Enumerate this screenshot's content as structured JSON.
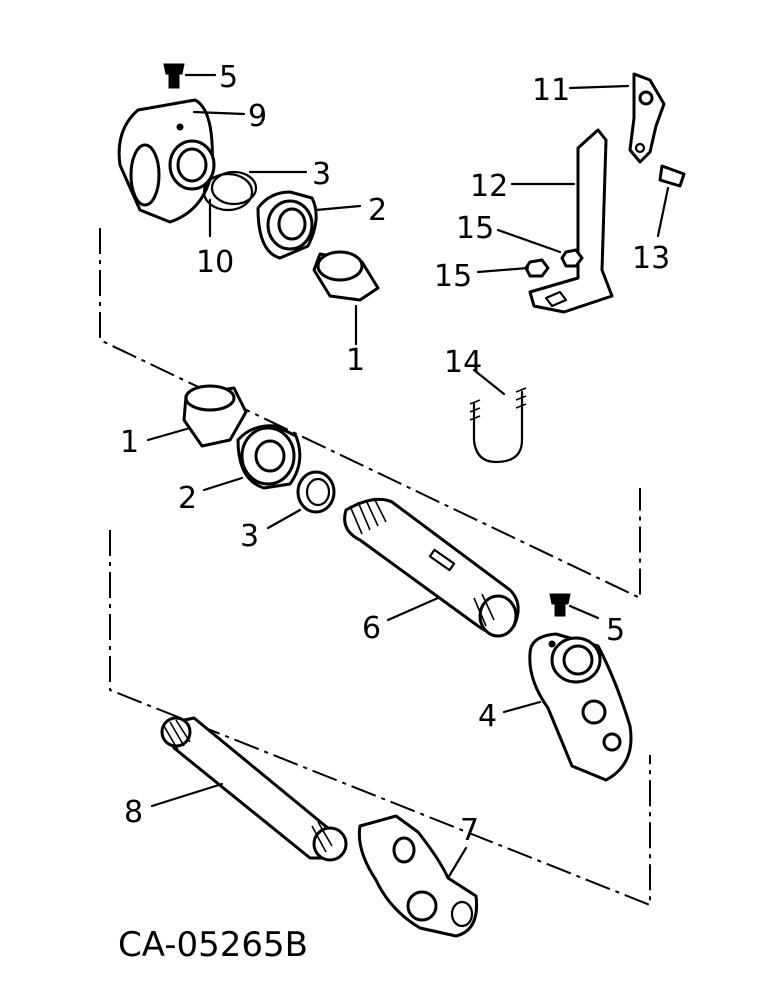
{
  "callouts": {
    "c5_top": "5",
    "c9": "9",
    "c3_top": "3",
    "c2_top": "2",
    "c10": "10",
    "c1_top": "1",
    "c11": "11",
    "c12": "12",
    "c15_a": "15",
    "c15_b": "15",
    "c13": "13",
    "c14": "14",
    "c1_mid": "1",
    "c2_mid": "2",
    "c3_mid": "3",
    "c6": "6",
    "c5_mid": "5",
    "c4": "4",
    "c8": "8",
    "c7": "7"
  },
  "drawing_code": "CA-05265B"
}
